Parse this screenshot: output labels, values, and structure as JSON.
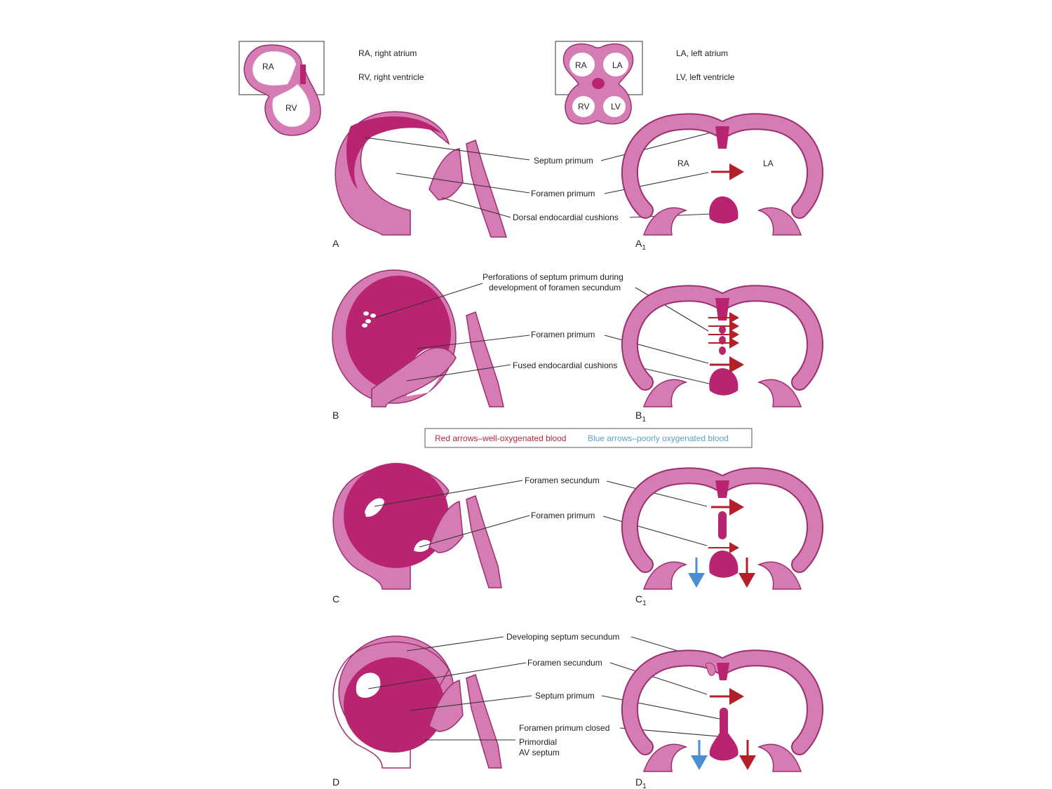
{
  "colors": {
    "wall": "#d67cb4",
    "wall_stroke": "#9c2f6e",
    "septum": "#b8246f",
    "red_arrow": "#b3202a",
    "blue_arrow": "#4a8fd0",
    "legend_red": "#b3283f",
    "legend_blue": "#5aa0c8"
  },
  "key": {
    "ra": "RA, right atrium",
    "rv": "RV, right ventricle",
    "la": "LA, left atrium",
    "lv": "LV, left ventricle"
  },
  "chambers": {
    "ra": "RA",
    "rv": "RV",
    "la": "LA",
    "lv": "LV"
  },
  "panels": {
    "a": "A",
    "a1_main": "A",
    "a1_sub": "1",
    "b": "B",
    "b1_main": "B",
    "b1_sub": "1",
    "c": "C",
    "c1_main": "C",
    "c1_sub": "1",
    "d": "D",
    "d1_main": "D",
    "d1_sub": "1"
  },
  "labels": {
    "a_septum_primum": "Septum primum",
    "a_foramen_primum": "Foramen primum",
    "a_dorsal_cushions": "Dorsal endocardial cushions",
    "b_perforations_1": "Perforations of septum primum during",
    "b_perforations_2": "development of foramen secundum",
    "b_foramen_primum": "Foramen primum",
    "b_fused_cushions": "Fused endocardial cushions",
    "c_foramen_secundum": "Foramen secundum",
    "c_foramen_primum": "Foramen primum",
    "d_septum_secundum": "Developing septum secundum",
    "d_foramen_secundum": "Foramen secundum",
    "d_septum_primum": "Septum primum",
    "d_foramen_primum_closed": "Foramen primum closed",
    "d_av_septum_1": "Primordial",
    "d_av_septum_2": "AV septum"
  },
  "legend": {
    "red": "Red arrows–well-oxygenated blood",
    "blue": "Blue arrows–poorly oxygenated blood"
  }
}
